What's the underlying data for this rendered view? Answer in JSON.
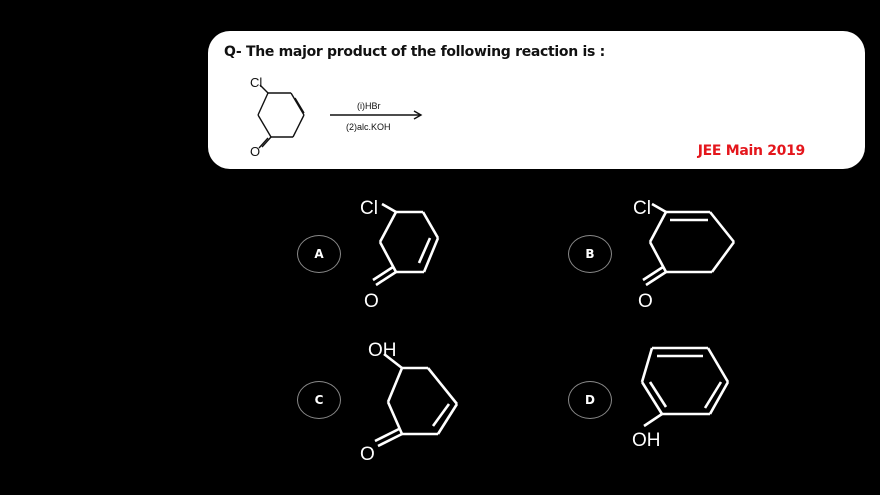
{
  "question": {
    "prefix": "Q-",
    "text": "Q-  The major product of the following reaction is :",
    "exam_tag": "JEE Main 2019",
    "exam_tag_color": "#e4161c",
    "reactant": {
      "substituents": [
        "Cl",
        "O"
      ],
      "description": "5-chlorocyclohex-3-en-1-one"
    },
    "reagents": {
      "step1": "(i)HBr",
      "step2": "(2)alc.KOH"
    }
  },
  "options": [
    {
      "label": "A",
      "atoms": {
        "top": "Cl",
        "bottom": "O"
      },
      "description": "5-chlorocyclohex-2-en-1-one"
    },
    {
      "label": "B",
      "atoms": {
        "top": "Cl",
        "bottom": "O"
      },
      "description": "3-chlorocyclohex-2... (Cl on alkene carbon)"
    },
    {
      "label": "C",
      "atoms": {
        "top": "OH",
        "bottom": "O"
      },
      "description": "5-hydroxycyclohex-2-en-1-one"
    },
    {
      "label": "D",
      "atoms": {
        "bottom": "OH"
      },
      "description": "phenol"
    }
  ]
}
